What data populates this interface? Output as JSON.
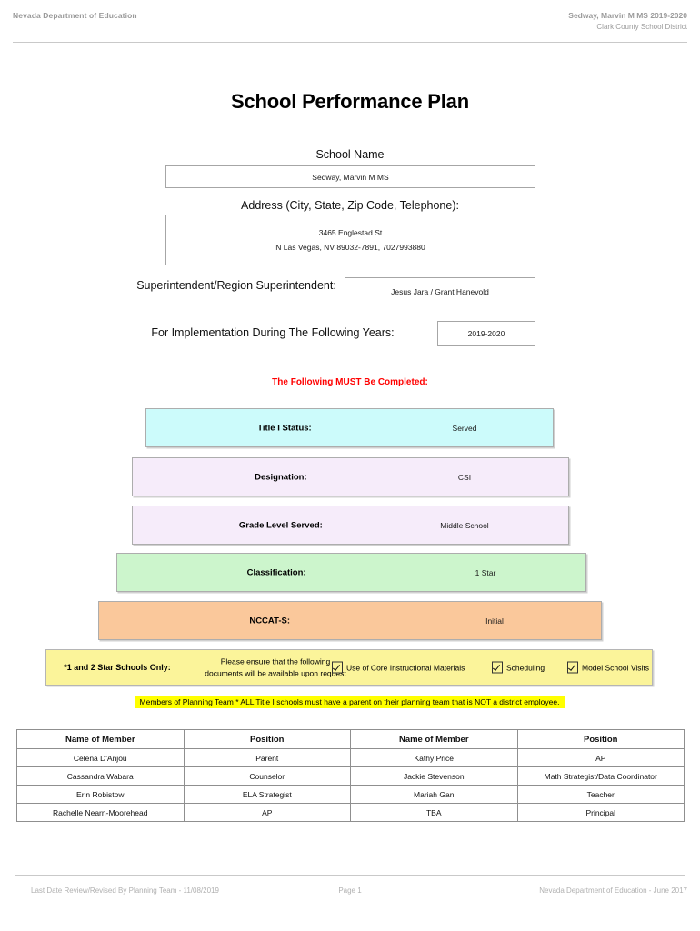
{
  "header": {
    "left": "Nevada Department of Education",
    "right_line1": "Sedway, Marvin M MS  2019-2020",
    "right_line2": "Clark County School District"
  },
  "title": "School Performance Plan",
  "form": {
    "school_name_label": "School Name",
    "school_name_value": "Sedway, Marvin M MS",
    "address_label": "Address (City, State, Zip Code, Telephone):",
    "address_line1": "3465 Englestad St",
    "address_line2": "N Las Vegas, NV  89032-7891, 7027993880",
    "superintendent_label": "Superintendent/Region Superintendent:",
    "superintendent_value": "Jesus Jara / Grant Hanevold",
    "years_label": "For Implementation During The Following Years:",
    "years_value": "2019-2020"
  },
  "must_complete_notice": "The Following MUST Be Completed:",
  "status_bars": [
    {
      "label": "Title I Status:",
      "value": "Served",
      "color": "#ccfbfb"
    },
    {
      "label": "Designation:",
      "value": "CSI",
      "color": "#f6ecfa"
    },
    {
      "label": "Grade Level Served:",
      "value": "Middle School",
      "color": "#f6ecfa"
    },
    {
      "label": "Classification:",
      "value": "1 Star",
      "color": "#ccf5cc"
    },
    {
      "label": "NCCAT-S:",
      "value": "Initial",
      "color": "#fac89b"
    }
  ],
  "assurances": {
    "title": "*1 and 2 Star Schools Only:",
    "note_line1": "Please ensure that the following",
    "note_line2": "documents will be available upon request",
    "checkboxes": [
      {
        "label": "Use of Core Instructional Materials",
        "checked": true
      },
      {
        "label": "Scheduling",
        "checked": true
      },
      {
        "label": "Model School Visits",
        "checked": true
      }
    ],
    "highlight_color": "#fbf49a"
  },
  "planning_team_banner": "Members of Planning Team * ALL Title I schools must have a parent on their planning team that is NOT a district employee.",
  "members_table": {
    "headers": [
      "Name of Member",
      "Position",
      "Name of Member",
      "Position"
    ],
    "rows": [
      [
        "Celena D'Anjou",
        "Parent",
        "Kathy Price",
        "AP"
      ],
      [
        "Cassandra Wabara",
        "Counselor",
        "Jackie Stevenson",
        "Math Strategist/Data Coordinator"
      ],
      [
        "Erin Robistow",
        "ELA Strategist",
        "Mariah Gan",
        "Teacher"
      ],
      [
        "Rachelle Nearn-Moorehead",
        "AP",
        "TBA",
        "Principal"
      ]
    ]
  },
  "footer": {
    "left": "Last Date Review/Revised By Planning Team - 11/08/2019",
    "center": "Page 1",
    "right": "Nevada Department of Education - June 2017"
  }
}
